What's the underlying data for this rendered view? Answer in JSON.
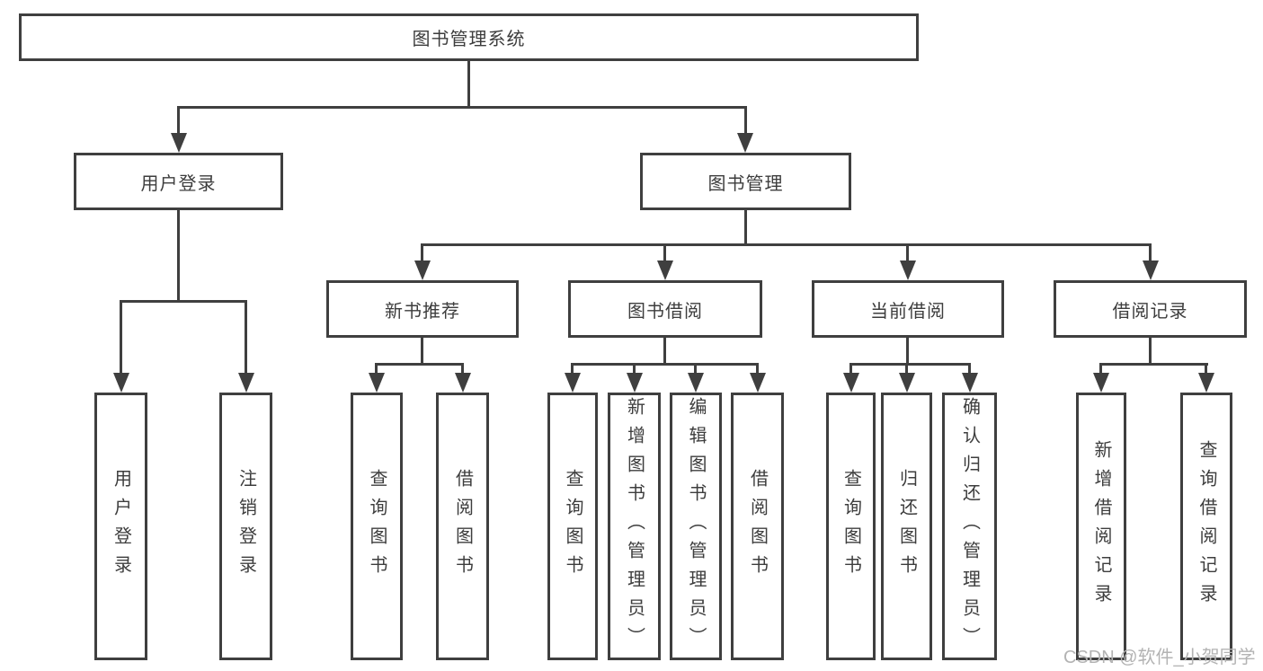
{
  "tree": {
    "label": "图书管理系统",
    "children": [
      {
        "label": "用户登录",
        "children": [
          {
            "label": "用户登录"
          },
          {
            "label": "注销登录"
          }
        ]
      },
      {
        "label": "图书管理",
        "children": [
          {
            "label": "新书推荐",
            "children": [
              {
                "label": "查询图书"
              },
              {
                "label": "借阅图书"
              }
            ]
          },
          {
            "label": "图书借阅",
            "children": [
              {
                "label": "查询图书"
              },
              {
                "label": "新增图书（管理员）"
              },
              {
                "label": "编辑图书（管理员）"
              },
              {
                "label": "借阅图书"
              }
            ]
          },
          {
            "label": "当前借阅",
            "children": [
              {
                "label": "查询图书"
              },
              {
                "label": "归还图书"
              },
              {
                "label": "确认归还（管理员）"
              }
            ]
          },
          {
            "label": "借阅记录",
            "children": [
              {
                "label": "新增借阅记录"
              },
              {
                "label": "查询借阅记录"
              }
            ]
          }
        ]
      }
    ]
  },
  "watermark": "CSDN @软件_小贺同学",
  "colors": {
    "line": "#3f3f3f",
    "text": "#3d3d3d",
    "watermark": "#b3b3b3",
    "background": "#ffffff"
  }
}
